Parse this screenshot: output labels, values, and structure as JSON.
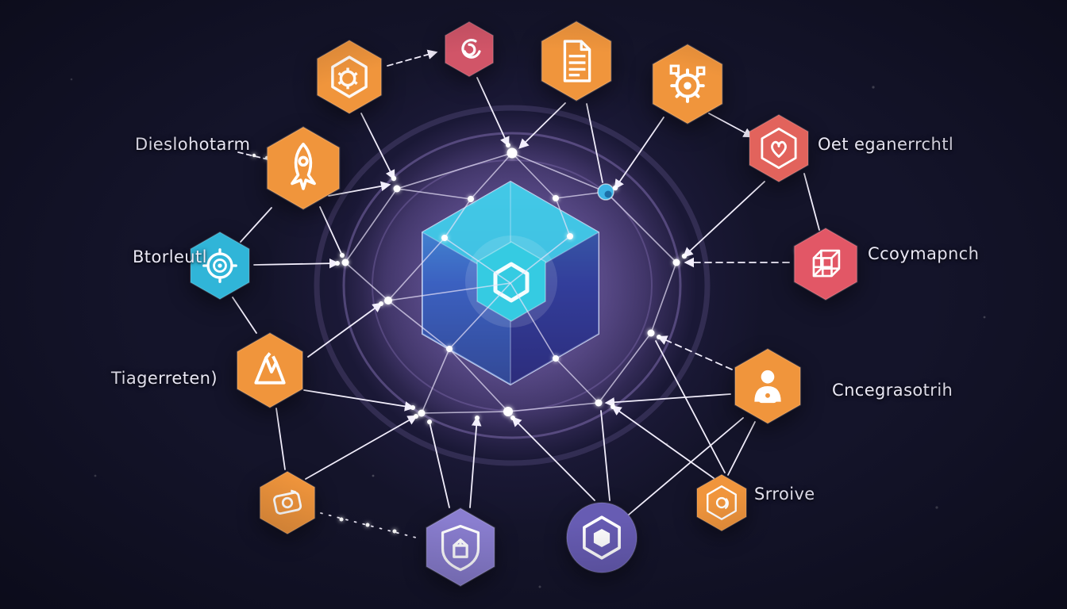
{
  "scene": {
    "background_color": "#14142a",
    "glow_color": "#705ca8",
    "line_color": "#f2eefc"
  },
  "labels": [
    {
      "text": "Dieslohotarm"
    },
    {
      "text": "Btorleutl"
    },
    {
      "text": "Tiagerreten)"
    },
    {
      "text": "Oet eganerrchtl"
    },
    {
      "text": "Ccoymapnch"
    },
    {
      "text": "Cncegrasotrih"
    },
    {
      "text": "Srroive"
    }
  ],
  "center": {
    "icon": "hexagon-core-icon",
    "outer_top_color": "#46c9e8",
    "outer_bottom_color": "#2a2b68",
    "inner_color": "#35cbe2",
    "accent_blob_color": "#3db4e6"
  },
  "nodes": [
    {
      "icon": "gear-hexagon-icon",
      "shape": "hexagon",
      "color": "#f0953c"
    },
    {
      "icon": "swirl-icon",
      "shape": "hexagon",
      "color": "#d15568"
    },
    {
      "icon": "document-icon",
      "shape": "hexagon",
      "color": "#f0953c"
    },
    {
      "icon": "gear-cluster-icon",
      "shape": "hexagon",
      "color": "#f0953c"
    },
    {
      "icon": "rocket-icon",
      "shape": "hexagon",
      "color": "#f0953c"
    },
    {
      "icon": "hexagon-heart-icon",
      "shape": "hexagon",
      "color": "#e2635c"
    },
    {
      "icon": "target-icon",
      "shape": "hexagon",
      "color": "#30b5d8"
    },
    {
      "icon": "cube-wireframe-icon",
      "shape": "hexagon",
      "color": "#e25766"
    },
    {
      "icon": "mountain-icon",
      "shape": "hexagon",
      "color": "#f0953c"
    },
    {
      "icon": "person-lock-icon",
      "shape": "hexagon",
      "color": "#f0953c"
    },
    {
      "icon": "camera-icon",
      "shape": "hexagon",
      "color": "#f0953c"
    },
    {
      "icon": "shield-box-icon",
      "shape": "hexagon",
      "color": "#8a7ed0"
    },
    {
      "icon": "hexagon-badge-icon",
      "shape": "circle",
      "color": "#675cb3"
    },
    {
      "icon": "hexagon-swirl-icon",
      "shape": "hexagon",
      "color": "#f0953c"
    }
  ]
}
